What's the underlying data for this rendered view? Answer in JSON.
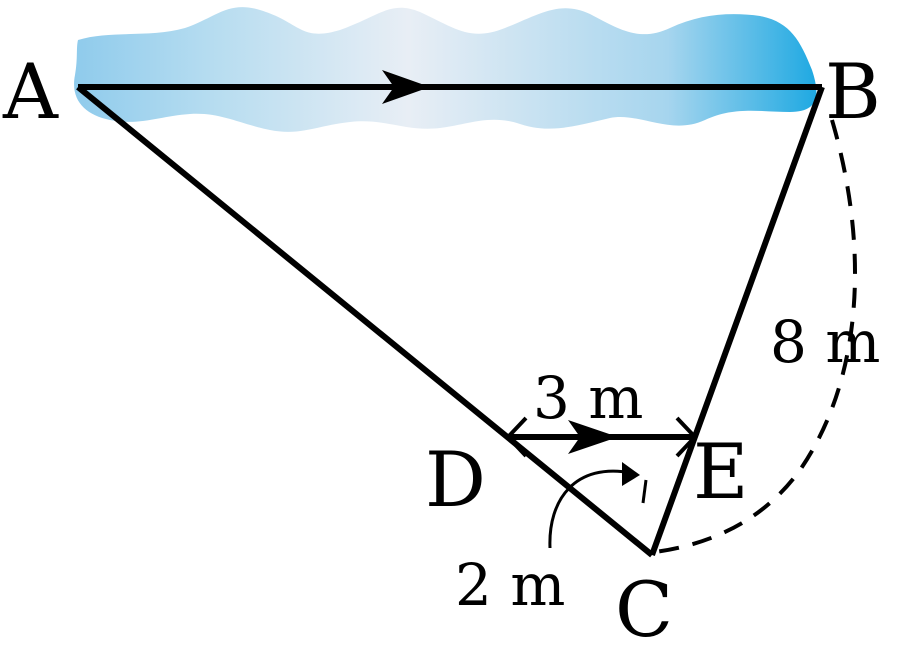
{
  "points": {
    "A": "A",
    "B": "B",
    "C": "C",
    "D": "D",
    "E": "E"
  },
  "measurements": {
    "de": "3 m",
    "dc": "2 m",
    "bc": "8 m"
  },
  "colors": {
    "river_edge": "#1fa9e2",
    "river_light": "#bddff0",
    "river_center": "#e8eef5",
    "line": "#000000"
  }
}
